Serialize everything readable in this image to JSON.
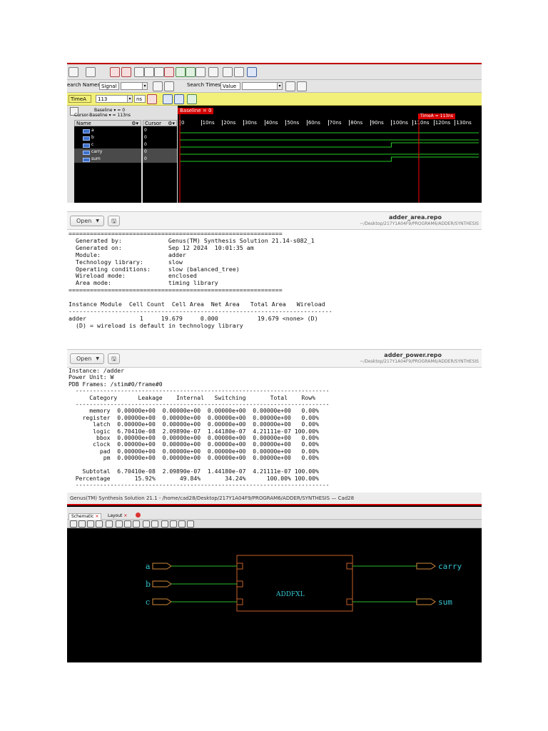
{
  "waveform": {
    "search": {
      "names_label": "earch Names:",
      "names_mode": "Signal",
      "times_label": "Search Times:",
      "times_mode": "Value"
    },
    "cursor": {
      "name": "TimeA",
      "value": "113",
      "unit": "ns"
    },
    "baseline_info": {
      "line1": "Baseline ▾ = 0",
      "line2": "Cursor-Baseline ▾ = 113ns"
    },
    "columns": {
      "name": "Name",
      "cursor": "Cursor"
    },
    "signals": [
      {
        "name": "a",
        "cursor_value": "0"
      },
      {
        "name": "b",
        "cursor_value": "0"
      },
      {
        "name": "c",
        "cursor_value": "0"
      },
      {
        "name": "carry",
        "cursor_value": "0"
      },
      {
        "name": "sum",
        "cursor_value": "0"
      }
    ],
    "baseline_tag": "Baseline = 0",
    "timea_tag": "TimeA = 113ns",
    "ticks": [
      "0",
      "10ns",
      "20ns",
      "30ns",
      "40ns",
      "50ns",
      "60ns",
      "70ns",
      "80ns",
      "90ns",
      "100ns",
      "110ns",
      "120ns",
      "130ns"
    ],
    "time_range_ns": [
      0,
      140
    ],
    "cursor_time_ns": 113,
    "wave_transitions_ns": {
      "a": [],
      "b": [],
      "c": [
        100
      ],
      "carry": [],
      "sum": [
        100
      ]
    },
    "colors": {
      "wave": "#22cc22",
      "cursor": "#ff0000",
      "background": "#000000"
    }
  },
  "area_report": {
    "open_label": "Open",
    "title": "adder_area.repo",
    "path": "~/Desktop/217Y1A04F9/PROGRAM6/ADDER/SYNTHESIS",
    "separator": "============================================================",
    "meta": [
      [
        "Generated by:",
        "Genus(TM) Synthesis Solution 21.14-s082_1"
      ],
      [
        "Generated on:",
        "Sep 12 2024  10:01:35 am"
      ],
      [
        "Module:",
        "adder"
      ],
      [
        "Technology library:",
        "slow"
      ],
      [
        "Operating conditions:",
        "slow (balanced_tree)"
      ],
      [
        "Wireload mode:",
        "enclosed"
      ],
      [
        "Area mode:",
        "timing library"
      ]
    ],
    "table_header": [
      "Instance",
      "Module",
      "Cell Count",
      "Cell Area",
      "Net Area",
      "Total Area",
      "Wireload"
    ],
    "table_sep": "--------------------------------------------------------------------------",
    "row": [
      "adder",
      "",
      "1",
      "19.679",
      "0.000",
      "19.679",
      "<none> (D)"
    ],
    "note": "(D) = wireload is default in technology library"
  },
  "power_report": {
    "open_label": "Open",
    "title": "adder_power.repo",
    "path": "~/Desktop/217Y1A04F9/PROGRAM6/ADDER/SYNTHESIS",
    "instance": "Instance: /adder",
    "unit": "Power Unit: W",
    "frames": "PDB Frames: /stim#0/frame#0",
    "dash": "-------------------------------------------------------------------------",
    "header": [
      "Category",
      "Leakage",
      "Internal",
      "Switching",
      "Total",
      "Row%"
    ],
    "rows": [
      [
        "memory",
        "0.00000e+00",
        "0.00000e+00",
        "0.00000e+00",
        "0.00000e+00",
        "0.00%"
      ],
      [
        "register",
        "0.00000e+00",
        "0.00000e+00",
        "0.00000e+00",
        "0.00000e+00",
        "0.00%"
      ],
      [
        "latch",
        "0.00000e+00",
        "0.00000e+00",
        "0.00000e+00",
        "0.00000e+00",
        "0.00%"
      ],
      [
        "logic",
        "6.70410e-08",
        "2.09890e-07",
        "1.44180e-07",
        "4.21111e-07",
        "100.00%"
      ],
      [
        "bbox",
        "0.00000e+00",
        "0.00000e+00",
        "0.00000e+00",
        "0.00000e+00",
        "0.00%"
      ],
      [
        "clock",
        "0.00000e+00",
        "0.00000e+00",
        "0.00000e+00",
        "0.00000e+00",
        "0.00%"
      ],
      [
        "pad",
        "0.00000e+00",
        "0.00000e+00",
        "0.00000e+00",
        "0.00000e+00",
        "0.00%"
      ],
      [
        "pm",
        "0.00000e+00",
        "0.00000e+00",
        "0.00000e+00",
        "0.00000e+00",
        "0.00%"
      ]
    ],
    "subtotal": [
      "Subtotal",
      "6.70410e-08",
      "2.09890e-07",
      "1.44180e-07",
      "4.21111e-07",
      "100.00%"
    ],
    "percentage": [
      "Percentage",
      "15.92%",
      "49.84%",
      "34.24%",
      "100.00%",
      "100.00%"
    ]
  },
  "schematic": {
    "window_title": "Genus(TM) Synthesis Solution 21.1 - /home/cad28/Desktop/217Y1A04F9/PROGRAM6/ADDER/SYNTHESIS — Cad28",
    "tabs": [
      "Schematic",
      "Layout"
    ],
    "cell_name": "ADDFXL",
    "inputs": [
      "a",
      "b",
      "c"
    ],
    "outputs": [
      "carry",
      "sum"
    ],
    "colors": {
      "cell": "#c8602a",
      "port": "#d08a3a",
      "label": "#35c4d0"
    }
  }
}
